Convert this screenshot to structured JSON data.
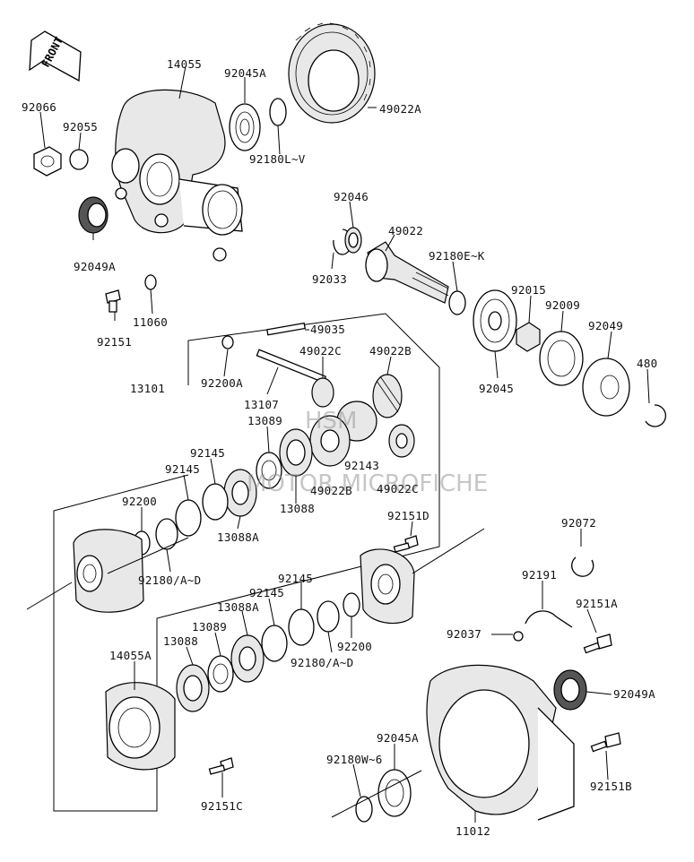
{
  "front_badge": "FRONT",
  "watermark": {
    "line1": "HSM",
    "line2": "MOTOR MICROFICHE"
  },
  "labels": {
    "p14055": "14055",
    "p92045A_top": "92045A",
    "p49022A": "49022A",
    "p92066": "92066",
    "p92055": "92055",
    "p92180LV": "92180L~V",
    "p92046": "92046",
    "p49022": "49022",
    "p92049A_top": "92049A",
    "p92033": "92033",
    "p92180EK": "92180E~K",
    "p92015": "92015",
    "p92009": "92009",
    "p92049": "92049",
    "p92151_top": "92151",
    "p11060": "11060",
    "p49035": "49035",
    "p480": "480",
    "p13101": "13101",
    "p92200A": "92200A",
    "p49022C_top": "49022C",
    "p49022B_top": "49022B",
    "p92045": "92045",
    "p13107": "13107",
    "p13089_top": "13089",
    "p92145_a": "92145",
    "p92145_b": "92145",
    "p92143": "92143",
    "p49022B_mid": "49022B",
    "p49022C_mid": "49022C",
    "p13088_top": "13088",
    "p92200_top": "92200",
    "p13088A_top": "13088A",
    "p92151D": "92151D",
    "p92072": "92072",
    "p92180AD_top": "92180/A~D",
    "p92191": "92191",
    "p92145_c": "92145",
    "p13088A_bot": "13088A",
    "p92145_d": "92145",
    "p92151A": "92151A",
    "p92037": "92037",
    "p13089_bot": "13089",
    "p13088_bot": "13088",
    "p92200_bot": "92200",
    "p14055A": "14055A",
    "p92180AD_bot": "92180/A~D",
    "p92049A_bot": "92049A",
    "p92045A_bot": "92045A",
    "p92180W6": "92180W~6",
    "p92151B": "92151B",
    "p92151C": "92151C",
    "p11012": "11012"
  }
}
